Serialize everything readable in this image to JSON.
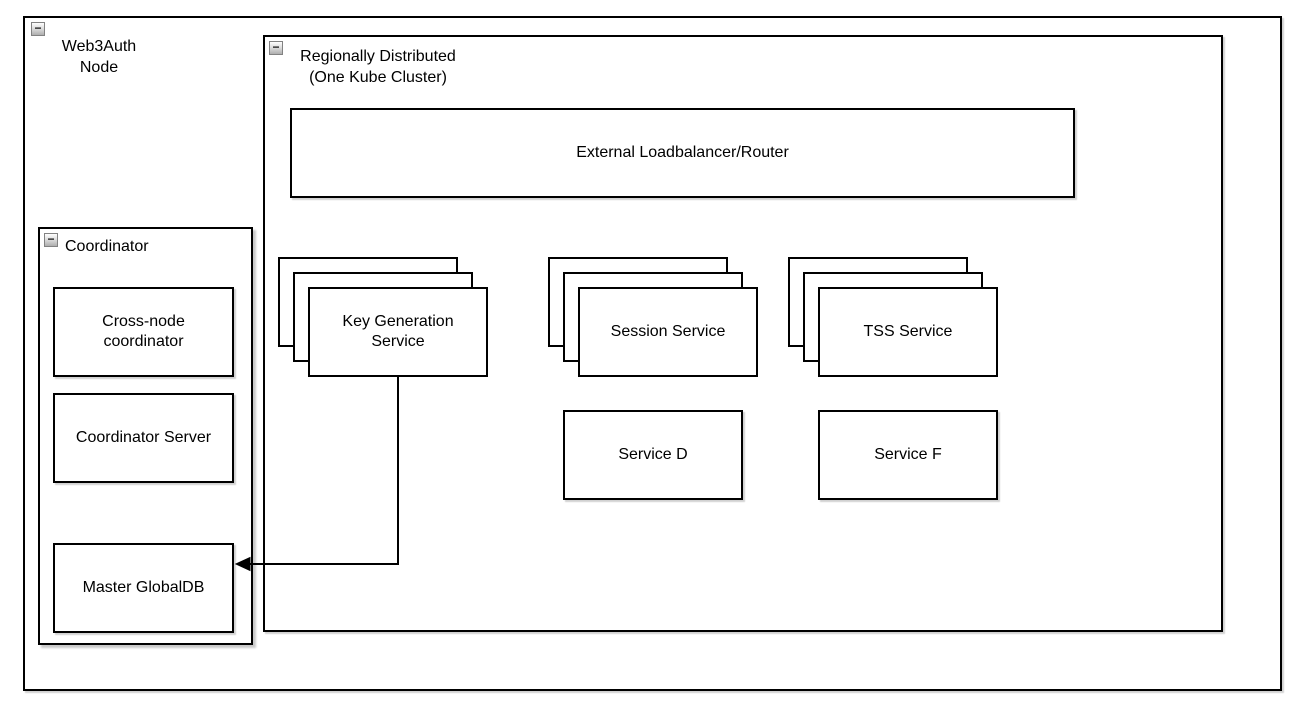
{
  "diagram": {
    "web3auth_node": {
      "title_lines": [
        "Web3Auth",
        "Node"
      ]
    },
    "region": {
      "title_lines": [
        "Regionally Distributed",
        "(One Kube Cluster)"
      ]
    },
    "loadbalancer": {
      "label": "External Loadbalancer/Router"
    },
    "stacks": [
      {
        "label_lines": [
          "Key Generation",
          "Service"
        ],
        "replicas": 3
      },
      {
        "label_lines": [
          "Session Service"
        ],
        "replicas": 3
      },
      {
        "label_lines": [
          "TSS Service"
        ],
        "replicas": 3
      }
    ],
    "services": [
      {
        "label": "Service D"
      },
      {
        "label": "Service F"
      }
    ],
    "coordinator": {
      "title": "Coordinator",
      "boxes": [
        {
          "label_lines": [
            "Cross-node",
            "coordinator"
          ]
        },
        {
          "label_lines": [
            "Coordinator Server"
          ]
        },
        {
          "label_lines": [
            "Master GlobalDB"
          ]
        }
      ]
    },
    "arrow": {
      "from": "Key Generation Service",
      "to": "Master GlobalDB"
    },
    "collapse_glyph": "−",
    "colors": {
      "stroke": "#000000",
      "fill": "#ffffff"
    }
  }
}
